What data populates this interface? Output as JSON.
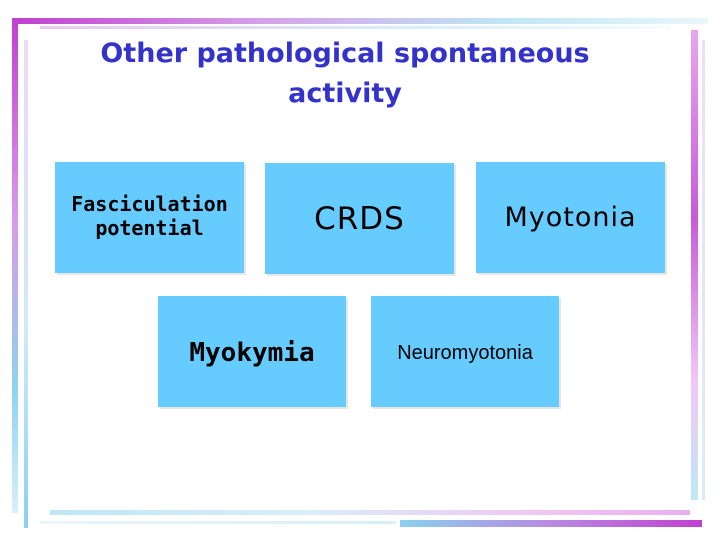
{
  "slide": {
    "title": "Other pathological spontaneous activity"
  },
  "boxes": {
    "fasciculation": "Fasciculation potential",
    "crds": "CRDS",
    "myotonia": "Myotonia",
    "myokymia": "Myokymia",
    "neuromyotonia": "Neuromyotonia"
  },
  "colors": {
    "title": "#3333cc",
    "box_fill": "#66ccff",
    "accent_magenta": "#c040d0",
    "accent_light_blue": "#8ad0ee"
  }
}
